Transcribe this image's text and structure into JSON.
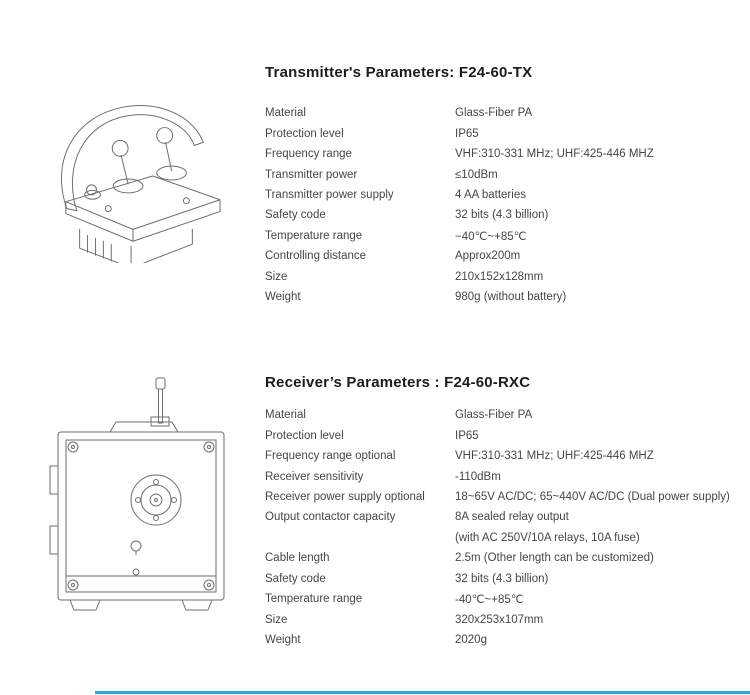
{
  "colors": {
    "accent": "#29abe2",
    "line_art": "#6e6e6e",
    "text": "#464646",
    "title": "#1c1c1c"
  },
  "transmitter": {
    "title": "Transmitter's Parameters: F24-60-TX",
    "illustration": "transmitter-line-drawing",
    "specs": [
      {
        "label": "Material",
        "value": "Glass-Fiber PA"
      },
      {
        "label": "Protection level",
        "value": "IP65"
      },
      {
        "label": "Frequency range",
        "value": "VHF:310-331 MHz; UHF:425-446 MHZ"
      },
      {
        "label": "Transmitter power",
        "value": "≤10dBm"
      },
      {
        "label": "Transmitter power supply",
        "value": "4 AA batteries"
      },
      {
        "label": "Safety code",
        "value": "32 bits (4.3 billion)"
      },
      {
        "label": "Temperature range",
        "value": "−40℃~+85℃"
      },
      {
        "label": "Controlling distance",
        "value": "Approx200m"
      },
      {
        "label": "Size",
        "value": "210x152x128mm"
      },
      {
        "label": "Weight",
        "value": "980g (without battery)"
      }
    ]
  },
  "receiver": {
    "title": "Receiver’s Parameters : F24-60-RXC",
    "illustration": "receiver-line-drawing",
    "specs": [
      {
        "label": "Material",
        "value": "Glass-Fiber PA"
      },
      {
        "label": "Protection level",
        "value": "IP65"
      },
      {
        "label": "Frequency range optional",
        "value": "VHF:310-331 MHz; UHF:425-446 MHZ"
      },
      {
        "label": "Receiver sensitivity",
        "value": "-110dBm"
      },
      {
        "label": "Receiver power supply optional",
        "value": "18~65V AC/DC; 65~440V AC/DC (Dual power supply)"
      },
      {
        "label": "Output contactor capacity",
        "value": "8A sealed relay output"
      },
      {
        "label": "",
        "value": "(with AC 250V/10A relays, 10A fuse)"
      },
      {
        "label": "Cable length",
        "value": "2.5m (Other length can be customized)"
      },
      {
        "label": "Safety code",
        "value": "32 bits (4.3 billion)"
      },
      {
        "label": "Temperature range",
        "value": "-40℃~+85℃"
      },
      {
        "label": "Size",
        "value": "320x253x107mm"
      },
      {
        "label": "Weight",
        "value": "2020g"
      }
    ]
  }
}
